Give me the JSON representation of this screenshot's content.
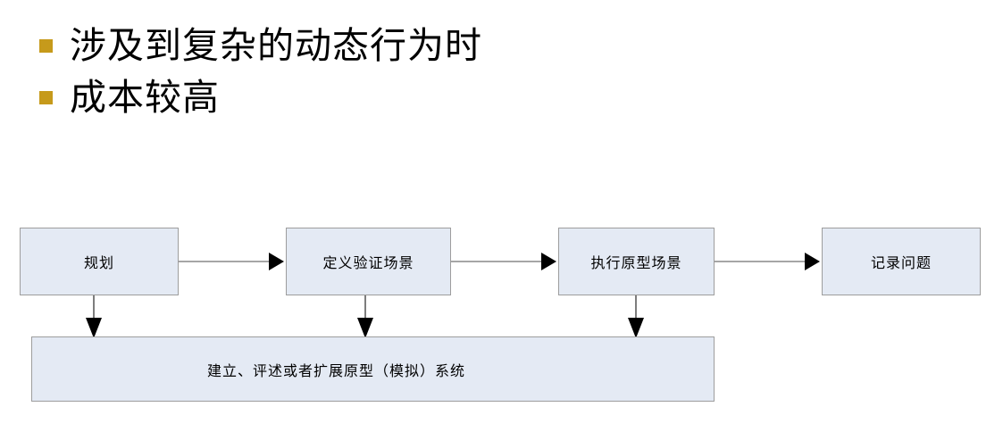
{
  "slide": {
    "background_color": "#ffffff",
    "bullets": {
      "marker_color": "#c69a1b",
      "items": [
        {
          "text": "涉及到复杂的动态行为时"
        },
        {
          "text": "成本较高"
        }
      ]
    },
    "flowchart": {
      "node_fill_color": "#e4eaf4",
      "node_border_color": "#9d9d9d",
      "connector_color": "#a6a6a6",
      "arrowhead_color": "#000000",
      "nodes": [
        {
          "label": "规划"
        },
        {
          "label": "定义验证场景"
        },
        {
          "label": "执行原型场景"
        },
        {
          "label": "记录问题"
        }
      ],
      "summary_node": {
        "label": "建立、评述或者扩展原型（模拟）系统"
      }
    }
  }
}
